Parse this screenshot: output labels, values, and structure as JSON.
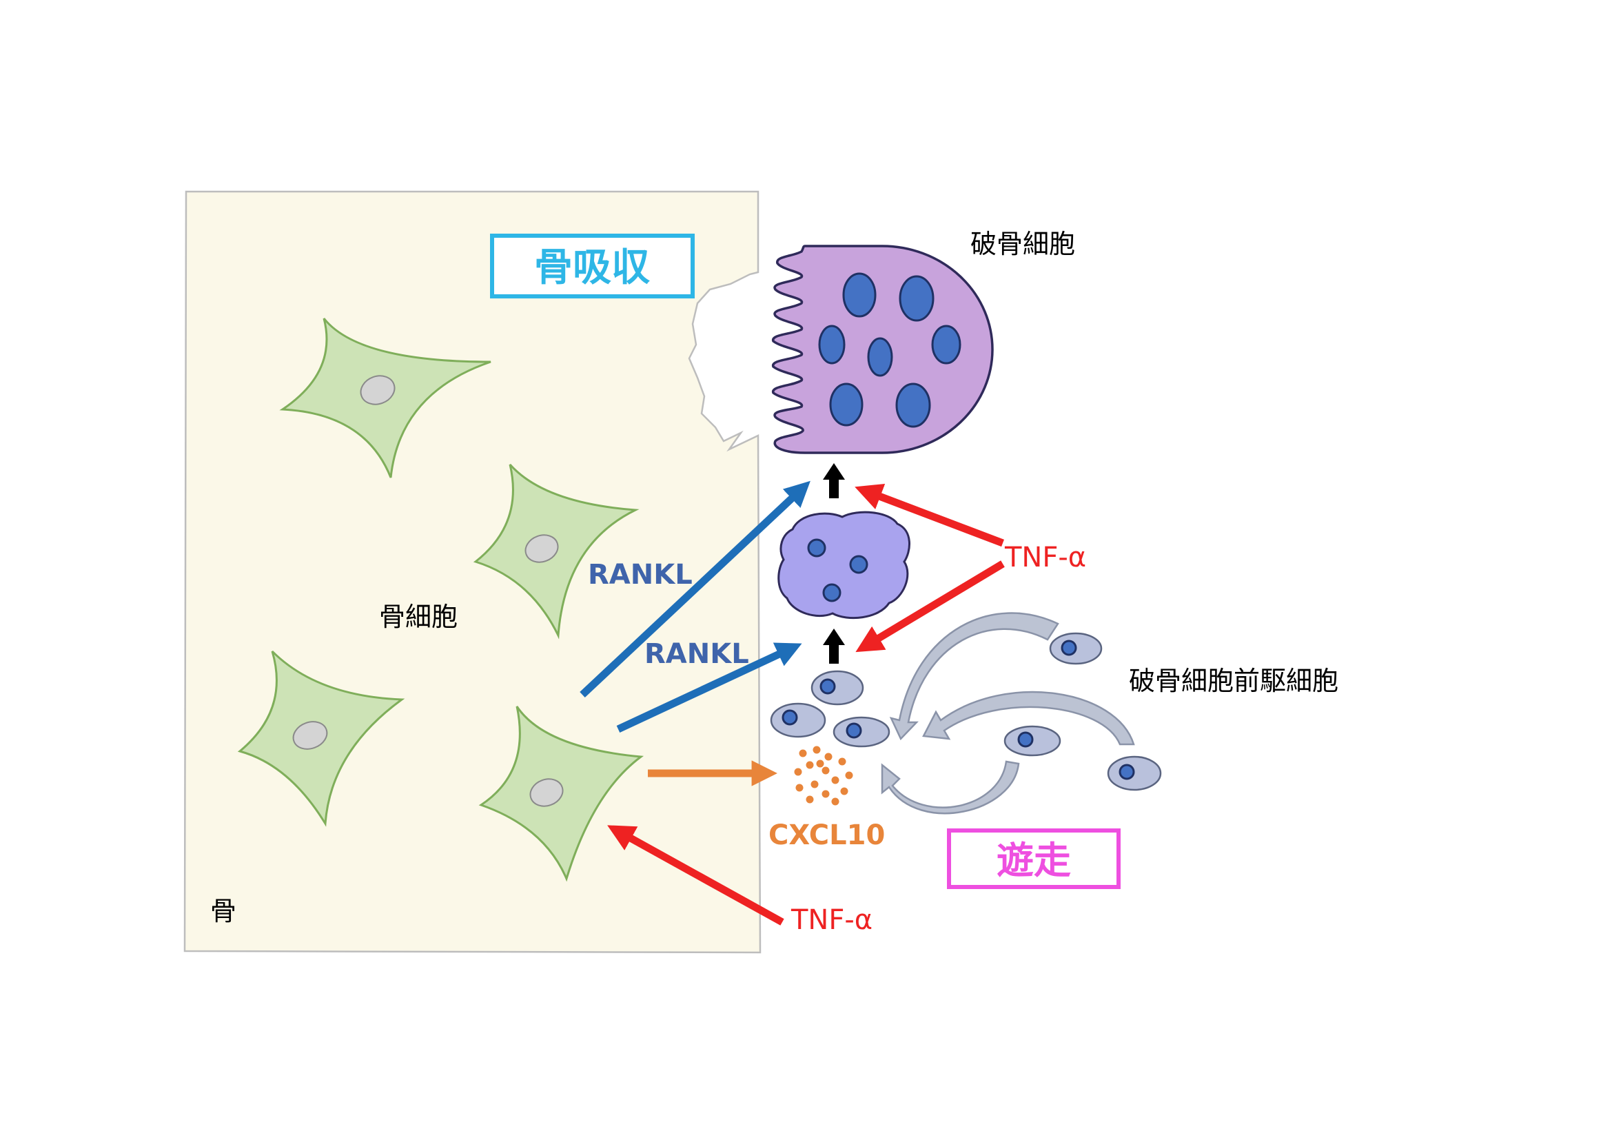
{
  "labels": {
    "bone_resorption": "骨吸収",
    "osteoclast": "破骨細胞",
    "osteocyte": "骨細胞",
    "bone": "骨",
    "rankl_1": "RANKL",
    "rankl_2": "RANKL",
    "tnf_top": "TNF-α",
    "tnf_bottom": "TNF-α",
    "cxcl10": "CXCL10",
    "precursor": "破骨細胞前駆細胞",
    "migration": "遊走"
  },
  "colors": {
    "bone_fill": "#fbf8e8",
    "bone_edge": "#bdbdbd",
    "osteocyte_fill": "#cde3b6",
    "osteocyte_edge": "#7fae5a",
    "osteoclast_fill": "#c8a3dc",
    "osteoclast_edge": "#2f2a5a",
    "nucleus_fill": "#4472c4",
    "nucleus_edge": "#1f3164",
    "premature_fill": "#a9a3ee",
    "precursor_fill": "#b9c1dc",
    "rankl_arrow": "#1e6eb8",
    "tnf_arrow": "#ee2222",
    "cxcl10": "#e8853a",
    "resorption_box": "#2eb6e6",
    "migration_box": "#ee4fe0",
    "migration_arrow": "#a3adc4"
  }
}
